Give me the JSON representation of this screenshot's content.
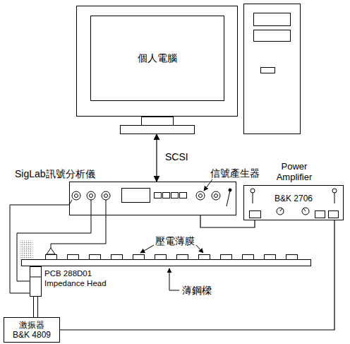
{
  "diagram": {
    "nodes": [
      {
        "text": [
          "個人電腦"
        ]
      },
      {
        "text": [
          "SigLab訊號分析儀"
        ]
      },
      {
        "text": [
          "Power Amplifier",
          "B&K 2706"
        ]
      },
      {
        "text": [
          "激振器 B&K 4809"
        ]
      }
    ],
    "edges": [
      {
        "from": 0,
        "to": 1,
        "arrow": "both",
        "label": "SCSI"
      },
      {
        "from": 1,
        "to": 2,
        "arrow": "none"
      },
      {
        "from": 2,
        "to": 3,
        "arrow": "none"
      }
    ],
    "labels": [
      "信號產生器",
      "壓電薄膜",
      "PCB 288D01 Impedance Head",
      "薄鋼樑"
    ]
  }
}
